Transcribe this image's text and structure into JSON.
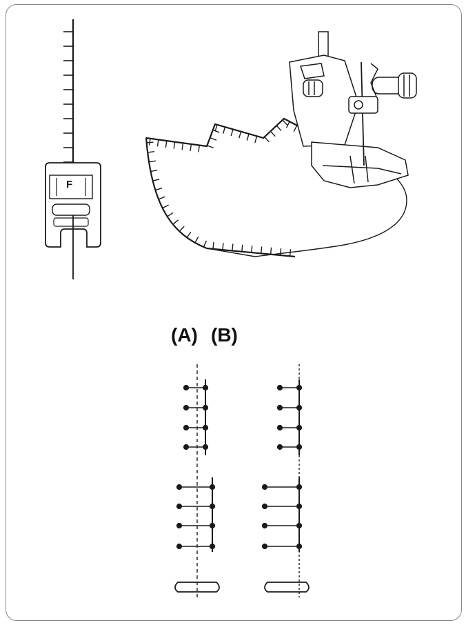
{
  "labels": {
    "a": "(A)",
    "b": "(B)",
    "foot_letter": "F"
  },
  "colors": {
    "line": "#1a1a1a",
    "frame": "#8a8a8a"
  }
}
